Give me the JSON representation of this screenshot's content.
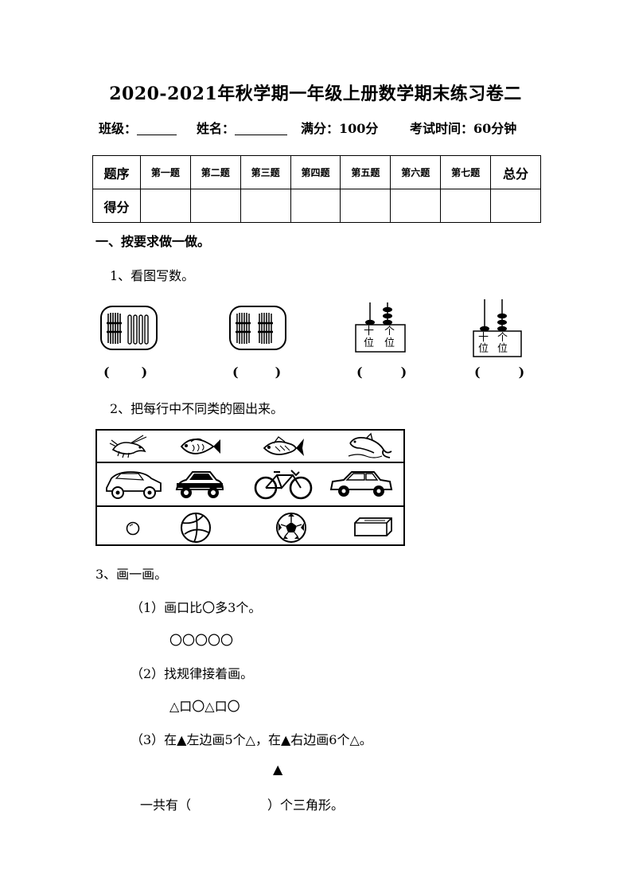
{
  "header": {
    "title": "2020-2021年秋学期一年级上册数学期末练习卷二",
    "class_label": "班级：",
    "name_label": "姓名：",
    "full_score": "满分：100分",
    "exam_time": "考试时间：60分钟"
  },
  "score_table": {
    "row1_label": "题序",
    "columns": [
      "第一题",
      "第二题",
      "第三题",
      "第四题",
      "第五题",
      "第六题",
      "第七题"
    ],
    "total_label": "总分",
    "row2_label": "得分"
  },
  "section1": {
    "heading": "一、按要求做一做。",
    "q1": {
      "text": "1、看图写数。",
      "abacus_tens": "十",
      "abacus_ones": "个",
      "abacus_place": "位",
      "answer_open": "(",
      "answer_close": ")"
    },
    "q2": {
      "text": "2、把每行中不同类的圈出来。"
    },
    "q3": {
      "text": "3、画一画。",
      "p1": "（1）画口比〇多3个。",
      "p1_shapes": "〇〇〇〇〇",
      "p2": "（2）找规律接着画。",
      "p2_shapes": "△口〇△口〇",
      "p3": "（3）在▲左边画5个△，在▲右边画6个△。",
      "p3_center": "▲",
      "total_open": "一共有（",
      "total_close": "）个三角形。"
    }
  }
}
